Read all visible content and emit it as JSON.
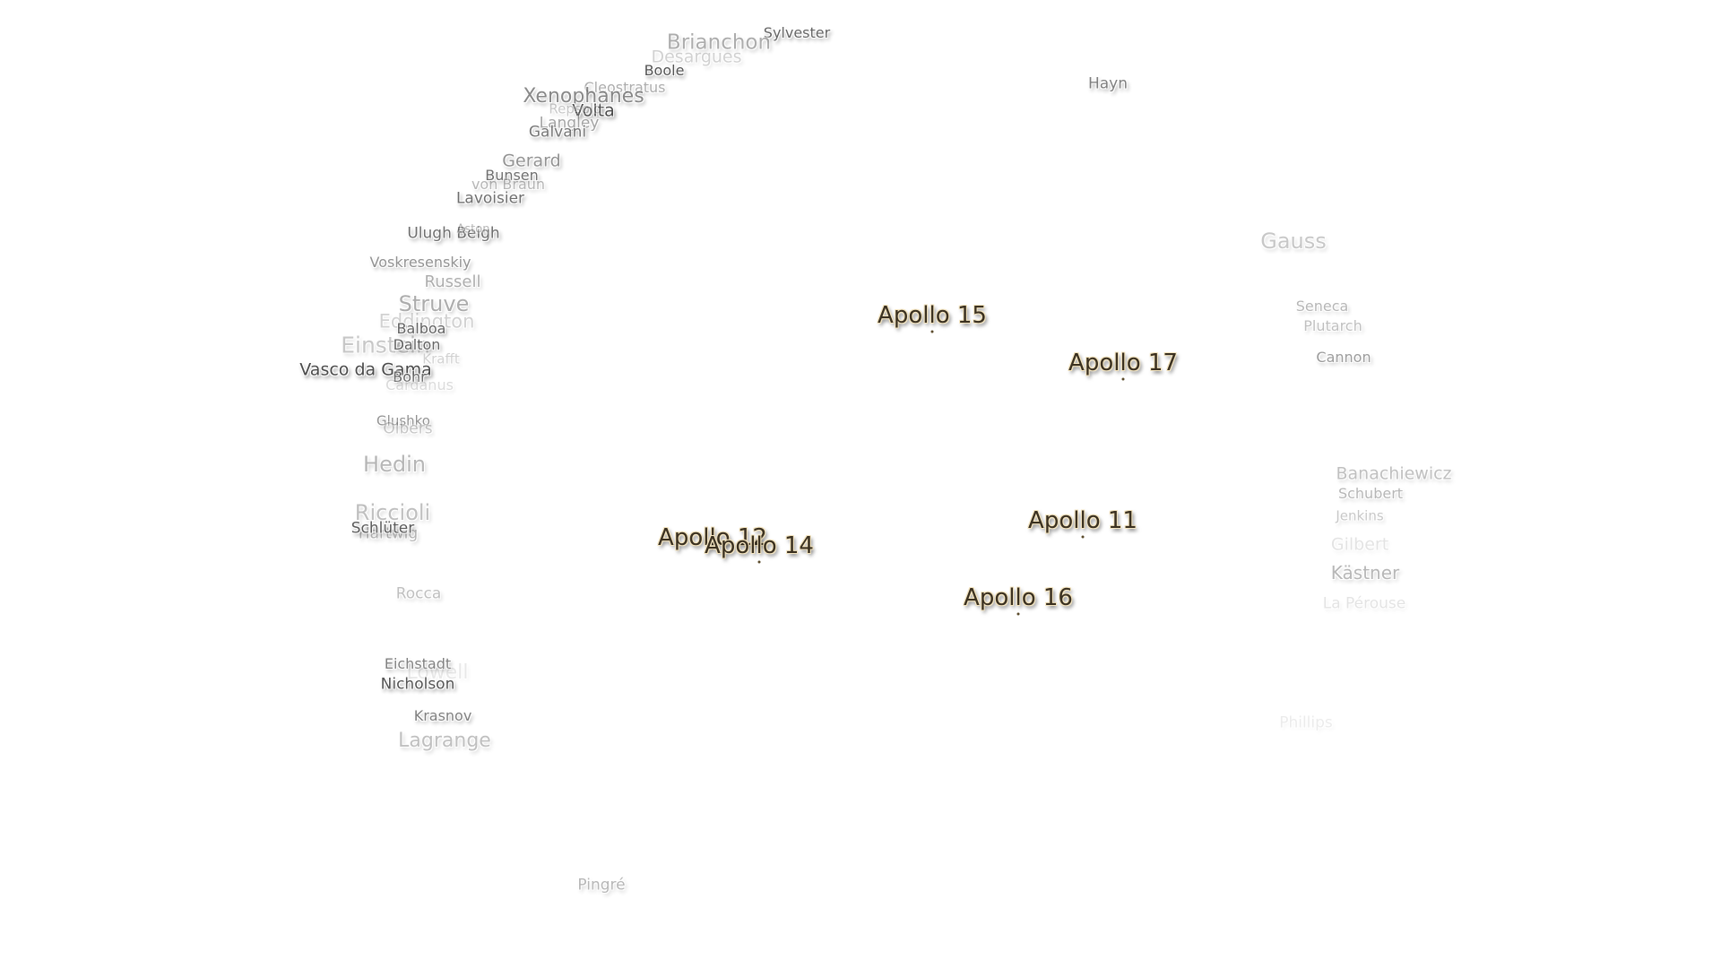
{
  "apollo_sites": [
    {
      "name": "Apollo 15"
    },
    {
      "name": "Apollo 17"
    },
    {
      "name": "Apollo 11"
    },
    {
      "name": "Apollo 12"
    },
    {
      "name": "Apollo 14"
    },
    {
      "name": "Apollo 16"
    }
  ],
  "craters": [
    {
      "name": "Sylvester"
    },
    {
      "name": "Brianchon"
    },
    {
      "name": "Desargues"
    },
    {
      "name": "Boole"
    },
    {
      "name": "Cleostratus"
    },
    {
      "name": "Xenophanes"
    },
    {
      "name": "Volta"
    },
    {
      "name": "Repsold"
    },
    {
      "name": "Langley"
    },
    {
      "name": "Galvani"
    },
    {
      "name": "Hayn"
    },
    {
      "name": "Gerard"
    },
    {
      "name": "Bunsen"
    },
    {
      "name": "von Braun"
    },
    {
      "name": "Lavoisier"
    },
    {
      "name": "Ulugh Beigh"
    },
    {
      "name": "Aston"
    },
    {
      "name": "Voskresenskiy"
    },
    {
      "name": "Russell"
    },
    {
      "name": "Struve"
    },
    {
      "name": "Eddington"
    },
    {
      "name": "Balboa"
    },
    {
      "name": "Einstein"
    },
    {
      "name": "Dalton"
    },
    {
      "name": "Krafft"
    },
    {
      "name": "Vasco da Gama"
    },
    {
      "name": "Bohr"
    },
    {
      "name": "Cardanus"
    },
    {
      "name": "Glushko"
    },
    {
      "name": "Olbers"
    },
    {
      "name": "Hedin"
    },
    {
      "name": "Riccioli"
    },
    {
      "name": "Hartwig"
    },
    {
      "name": "Schlüter"
    },
    {
      "name": "Rocca"
    },
    {
      "name": "Eichstadt"
    },
    {
      "name": "Lowell"
    },
    {
      "name": "Nicholson"
    },
    {
      "name": "Krasnov"
    },
    {
      "name": "Lagrange"
    },
    {
      "name": "Pingré"
    },
    {
      "name": "Gauss"
    },
    {
      "name": "Seneca"
    },
    {
      "name": "Plutarch"
    },
    {
      "name": "Cannon"
    },
    {
      "name": "Banachiewicz"
    },
    {
      "name": "Schubert"
    },
    {
      "name": "Jenkins"
    },
    {
      "name": "Gilbert"
    },
    {
      "name": "Kästner"
    },
    {
      "name": "La Pérouse"
    },
    {
      "name": "Phillips"
    }
  ]
}
